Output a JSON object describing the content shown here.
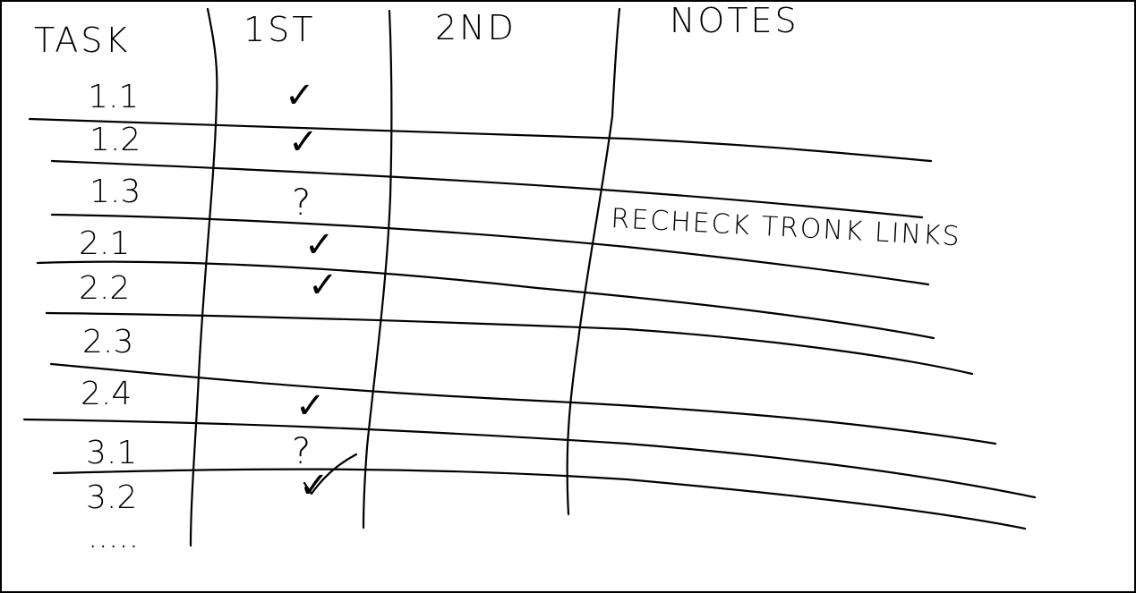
{
  "headers": {
    "task": "TASK",
    "first": "1ST",
    "second": "2ND",
    "notes": "NOTES"
  },
  "rows": [
    {
      "task": "1.1",
      "first": "✓",
      "second": "",
      "notes": ""
    },
    {
      "task": "1.2",
      "first": "✓",
      "second": "",
      "notes": ""
    },
    {
      "task": "1.3",
      "first": "?",
      "second": "",
      "notes": ""
    },
    {
      "task": "2.1",
      "first": "✓",
      "second": "",
      "notes": "RECHECK TRONK LINKS"
    },
    {
      "task": "2.2",
      "first": "✓",
      "second": "",
      "notes": ""
    },
    {
      "task": "2.3",
      "first": "",
      "second": "",
      "notes": ""
    },
    {
      "task": "2.4",
      "first": "✓",
      "second": "",
      "notes": ""
    },
    {
      "task": "3.1",
      "first": "?",
      "second": "",
      "notes": ""
    },
    {
      "task": "3.2",
      "first": "✓",
      "second": "",
      "notes": ""
    }
  ],
  "continuation": "....."
}
